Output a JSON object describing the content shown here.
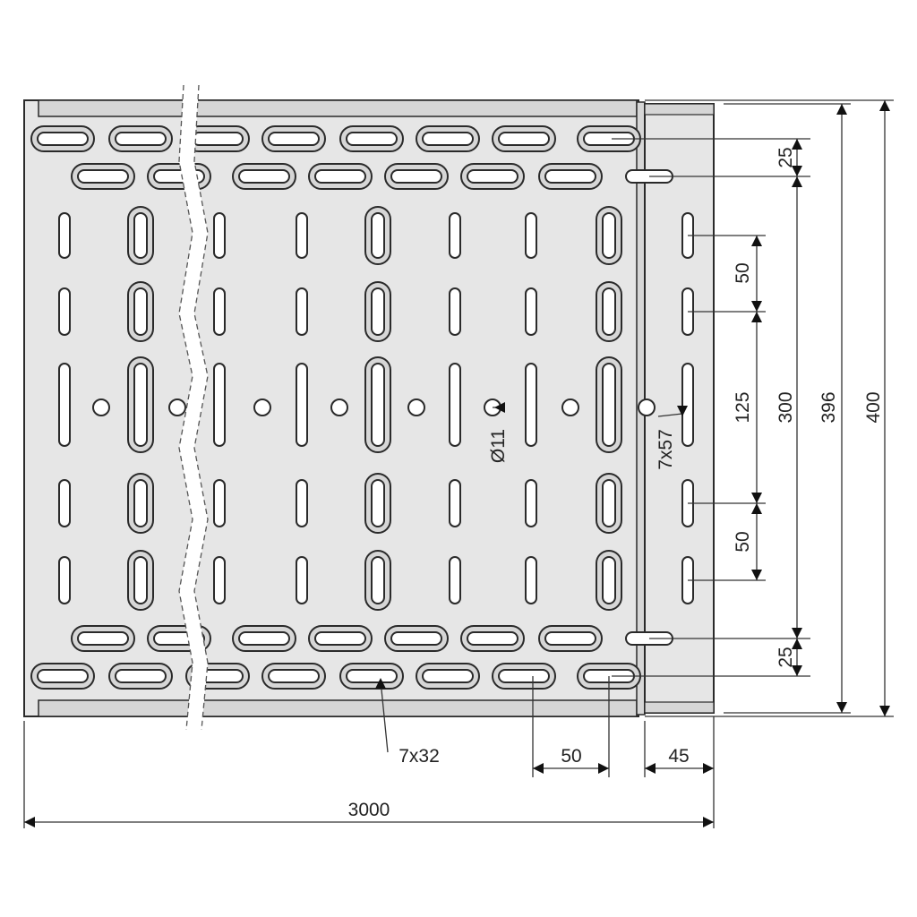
{
  "drawing": {
    "title": "Cable tray technical drawing",
    "colors": {
      "plate": "#e6e6e6",
      "strip": "#d6d6d6",
      "outline": "#2a2a2a",
      "dim": "#333333"
    },
    "dimensions": {
      "top_offset": "25",
      "slot_pitch_top": "50",
      "slot_pitch_mid": "125",
      "slot_pitch_bottom": "50",
      "inner_span": "300",
      "inner_width": "396",
      "outer_width": "400",
      "bottom_offset": "25",
      "slot_size_horizontal": "7x32",
      "slot_size_vertical": "7x57",
      "hole_diameter": "Ø11",
      "slot_spacing": "50",
      "flange_width": "45",
      "length": "3000"
    }
  }
}
